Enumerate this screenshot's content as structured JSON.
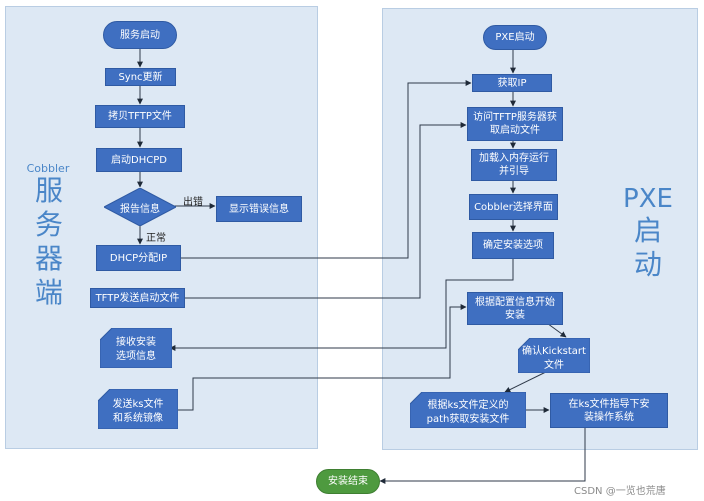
{
  "server": {
    "side_label_small": "Cobbler",
    "side_label_chars": [
      "服",
      "务",
      "器",
      "端"
    ],
    "start": "服务启动",
    "sync": "Sync更新",
    "copy": "拷贝TFTP文件",
    "dhcpd": "启动DHCPD",
    "decision": "报告信息",
    "error_label": "出错",
    "show_error": "显示错误信息",
    "normal_label": "正常",
    "dhcp_ip": "DHCP分配IP",
    "tftp_send": "TFTP发送启动文件",
    "receive_line1": "接收安装",
    "receive_line2": "选项信息",
    "send_line1": "发送ks文件",
    "send_line2": "和系统镜像"
  },
  "pxe": {
    "side_label_top": "PXE",
    "side_label_chars": [
      "启",
      "动"
    ],
    "start": "PXE启动",
    "get_ip": "获取IP",
    "visit_line1": "访问TFTP服务器获",
    "visit_line2": "取启动文件",
    "load_line1": "加载入内存运行",
    "load_line2": "并引导",
    "cobbler_ui": "Cobbler选择界面",
    "confirm_option": "确定安装选项",
    "install_line1": "根据配置信息开始",
    "install_line2": "安装",
    "kickstart_line1": "确认Kickstart",
    "kickstart_line2": "文件",
    "path_line1": "根据ks文件定义的",
    "path_line2": "path获取安装文件",
    "guide_line1": "在ks文件指导下安",
    "guide_line2": "装操作系统",
    "end": "安装结束"
  },
  "watermark": "CSDN @一览也荒唐",
  "colors": {
    "panel": "#dde8f4",
    "box": "#3f6fc1",
    "end": "#4e9a3f",
    "line": "#2f3a4a"
  }
}
